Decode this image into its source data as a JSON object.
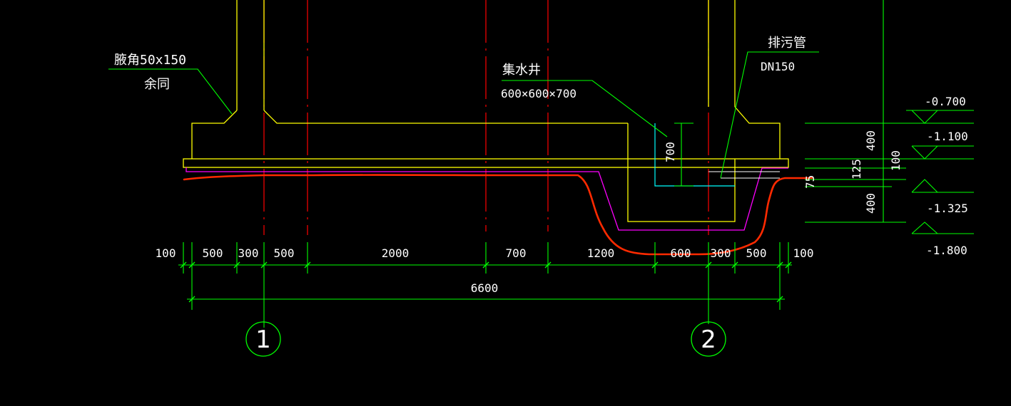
{
  "annotations": {
    "haunch_label": "腋角50x150",
    "haunch_note": "余同",
    "sump_label": "集水井",
    "sump_size": "600×600×700",
    "sewer_label": "排污管",
    "sewer_size": "DN150",
    "sump_depth": "700"
  },
  "elevations": [
    "-0.700",
    "-1.100",
    "-1.325",
    "-1.800"
  ],
  "right_dims": [
    "400",
    "100",
    "125",
    "75",
    "400"
  ],
  "dims_row": [
    "100",
    "500",
    "300",
    "500",
    "2000",
    "700",
    "1200",
    "600",
    "300",
    "500",
    "100"
  ],
  "total_dim": "6600",
  "axes": [
    "1",
    "2"
  ],
  "colors": {
    "background": "#000000",
    "structure": "#ffff00",
    "axis_line": "#ff0000",
    "dimension": "#00ff00",
    "waterproof": "#ff00ff",
    "markup": "#ff2a00",
    "well": "#00ffff",
    "text": "#ffffff"
  }
}
